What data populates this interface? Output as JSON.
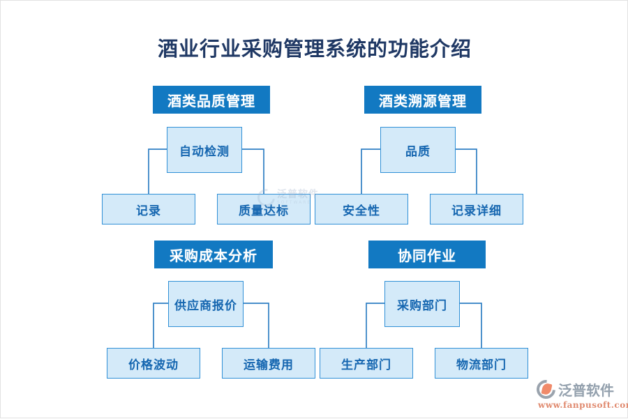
{
  "page": {
    "title": "酒业行业采购管理系统的功能介绍",
    "background_color": "#ffffff",
    "banner_color": "#1279c2",
    "node_fill_color": "#d4eaf9",
    "node_border_color": "#2f8fd6",
    "node_text_color": "#1566b0",
    "title_color": "#1f3864",
    "connector_color": "#2f7fc4"
  },
  "groups": [
    {
      "banner": "酒类品质管理",
      "parent": "自动检测",
      "children": [
        "记录",
        "质量达标"
      ]
    },
    {
      "banner": "酒类溯源管理",
      "parent": "品质",
      "children": [
        "安全性",
        "记录详细"
      ]
    },
    {
      "banner": "采购成本分析",
      "parent": "供应商报价",
      "children": [
        "价格波动",
        "运输费用"
      ]
    },
    {
      "banner": "协同作业",
      "parent": "采购部门",
      "children": [
        "生产部门",
        "物流部门"
      ]
    }
  ],
  "watermark": {
    "cn": "泛普软件",
    "en": "SOFTWARE",
    "mark_icon": "fanpu-ring-icon"
  },
  "brand": {
    "name": "泛普软件",
    "url": "www.fanpusoft.com",
    "mark_icon": "fanpu-logo-icon",
    "accent_color": "#e08a6f",
    "gray_color": "#93a0ad"
  },
  "chart_data": {
    "type": "diagram",
    "title": "酒业行业采购管理系统的功能介绍",
    "layout": "four quadrant hierarchy trees, each with one banner, one parent node and two child nodes",
    "nodes": [
      {
        "group": "酒类品质管理",
        "level": "banner",
        "label": "酒类品质管理"
      },
      {
        "group": "酒类品质管理",
        "level": "parent",
        "label": "自动检测"
      },
      {
        "group": "酒类品质管理",
        "level": "child",
        "label": "记录"
      },
      {
        "group": "酒类品质管理",
        "level": "child",
        "label": "质量达标"
      },
      {
        "group": "酒类溯源管理",
        "level": "banner",
        "label": "酒类溯源管理"
      },
      {
        "group": "酒类溯源管理",
        "level": "parent",
        "label": "品质"
      },
      {
        "group": "酒类溯源管理",
        "level": "child",
        "label": "安全性"
      },
      {
        "group": "酒类溯源管理",
        "level": "child",
        "label": "记录详细"
      },
      {
        "group": "采购成本分析",
        "level": "banner",
        "label": "采购成本分析"
      },
      {
        "group": "采购成本分析",
        "level": "parent",
        "label": "供应商报价"
      },
      {
        "group": "采购成本分析",
        "level": "child",
        "label": "价格波动"
      },
      {
        "group": "采购成本分析",
        "level": "child",
        "label": "运输费用"
      },
      {
        "group": "协同作业",
        "level": "banner",
        "label": "协同作业"
      },
      {
        "group": "协同作业",
        "level": "parent",
        "label": "采购部门"
      },
      {
        "group": "协同作业",
        "level": "child",
        "label": "生产部门"
      },
      {
        "group": "协同作业",
        "level": "child",
        "label": "物流部门"
      }
    ],
    "edges": [
      {
        "from": "自动检测",
        "to": "记录"
      },
      {
        "from": "自动检测",
        "to": "质量达标"
      },
      {
        "from": "品质",
        "to": "安全性"
      },
      {
        "from": "品质",
        "to": "记录详细"
      },
      {
        "from": "供应商报价",
        "to": "价格波动"
      },
      {
        "from": "供应商报价",
        "to": "运输费用"
      },
      {
        "from": "采购部门",
        "to": "生产部门"
      },
      {
        "from": "采购部门",
        "to": "物流部门"
      }
    ]
  }
}
